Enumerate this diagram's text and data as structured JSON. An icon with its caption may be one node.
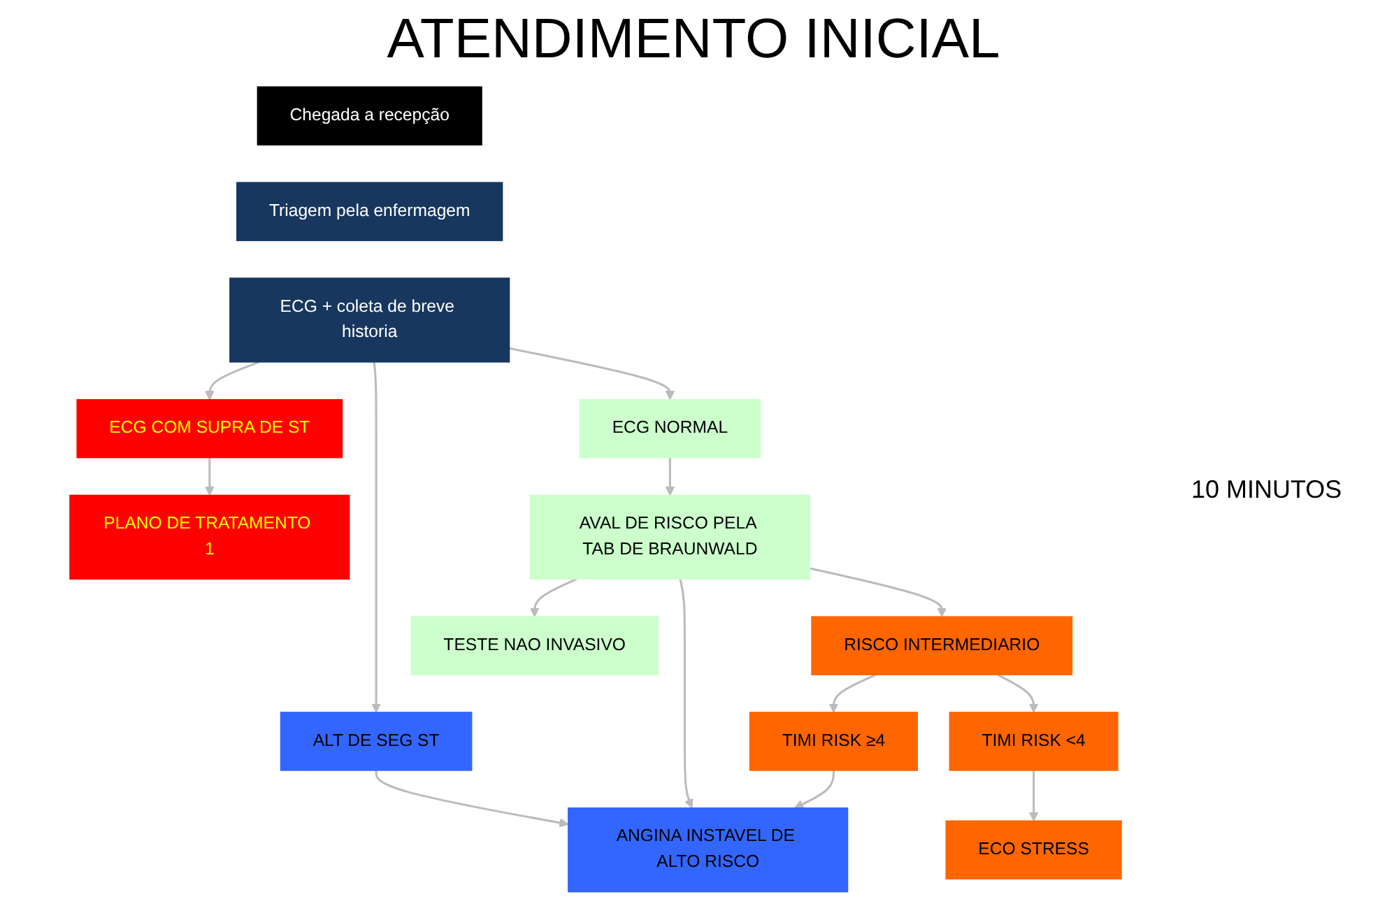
{
  "diagram": {
    "title": "ATENDIMENTO INICIAL",
    "nodes": [
      {
        "text": [
          "Chegada a recepção"
        ]
      },
      {
        "text": [
          "Triagem pela enfermagem"
        ]
      },
      {
        "text": [
          "ECG + coleta de breve historia"
        ]
      },
      {
        "text": [
          "ECG COM SUPRA DE ST"
        ]
      },
      {
        "text": [
          "ALT DE SEG ST"
        ]
      },
      {
        "text": [
          "ECG NORMAL"
        ]
      },
      {
        "text": [
          "PLANO DE TRATAMENTO 1"
        ]
      },
      {
        "text": [
          "ANGINA INSTAVEL DE ALTO RISCO"
        ]
      },
      {
        "text": [
          "AVAL DE RISCO PELA TAB DE BRAUNWALD"
        ]
      },
      {
        "text": [
          "TIMI RISK ≥4"
        ]
      },
      {
        "text": [
          "RISCO INTERMEDIARIO"
        ]
      },
      {
        "text": [
          "TESTE NAO INVASIVO"
        ]
      },
      {
        "text": [
          "ECO STRESS"
        ]
      },
      {
        "text": [
          "TIMI RISK <4"
        ]
      }
    ],
    "edges": [
      {
        "from": 2,
        "to": 3,
        "arrow": "to"
      },
      {
        "from": 2,
        "to": 4,
        "arrow": "to"
      },
      {
        "from": 2,
        "to": 5,
        "arrow": "to"
      },
      {
        "from": 3,
        "to": 6,
        "arrow": "to"
      },
      {
        "from": 4,
        "to": 7,
        "arrow": "to"
      },
      {
        "from": 5,
        "to": 8,
        "arrow": "to"
      },
      {
        "from": 8,
        "to": 7,
        "arrow": "to"
      },
      {
        "from": 8,
        "to": 10,
        "arrow": "to"
      },
      {
        "from": 8,
        "to": 11,
        "arrow": "to"
      },
      {
        "from": 9,
        "to": 7,
        "arrow": "to"
      },
      {
        "from": 10,
        "to": 9,
        "arrow": "to"
      },
      {
        "from": 10,
        "to": 13,
        "arrow": "to"
      },
      {
        "from": 13,
        "to": 12,
        "arrow": "to"
      }
    ],
    "labels": [
      "10 MINUTOS"
    ]
  }
}
